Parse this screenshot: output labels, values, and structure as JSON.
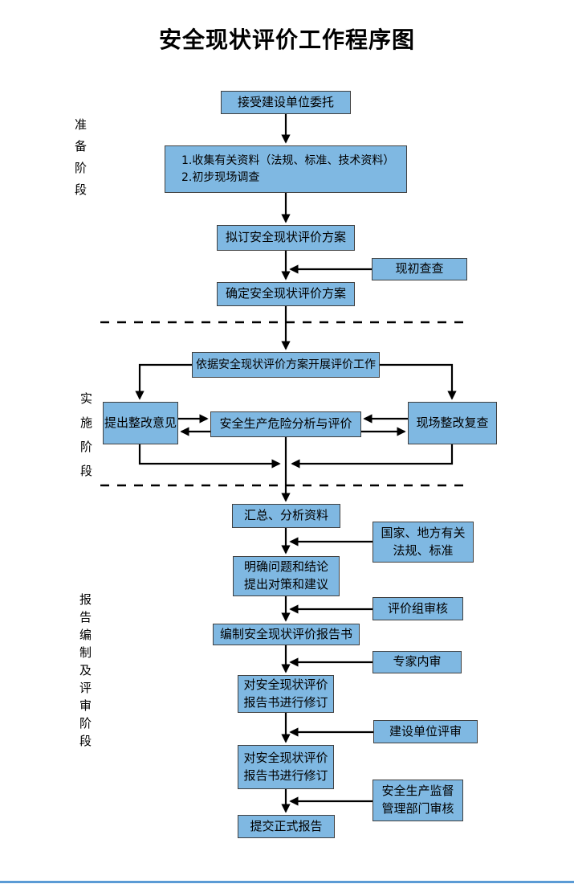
{
  "title": "安全现状评价工作程序图",
  "stage_labels": {
    "preparation": "准备阶段",
    "implementation": "实施阶段",
    "reporting": "报告编制及评审阶段"
  },
  "nodes": {
    "accept_commission": "接受建设单位委托",
    "collect_info_line1": "1.收集有关资料（法规、标准、技术资料）",
    "collect_info_line2": "2.初步现场调查",
    "draft_plan": "拟订安全现状评价方案",
    "initial_site_check": "现初查查",
    "confirm_plan": "确定安全现状评价方案",
    "carry_out_evaluation": "依据安全现状评价方案开展评价工作",
    "propose_rectification": "提出整改意见",
    "hazard_analysis": "安全生产危险分析与评价",
    "site_rectification_recheck": "现场整改复查",
    "summarize_data": "汇总、分析资料",
    "laws_line1": "国家、地方有关",
    "laws_line2": "法规、标准",
    "clarify_line1": "明确问题和结论",
    "clarify_line2": "提出对策和建议",
    "eval_group_review": "评价组审核",
    "compile_report": "编制安全现状评价报告书",
    "expert_internal_review": "专家内审",
    "revise1_line1": "对安全现状评价",
    "revise1_line2": "报告书进行修订",
    "client_review": "建设单位评审",
    "revise2_line1": "对安全现状评价",
    "revise2_line2": "报告书进行修订",
    "supervision_review_line1": "安全生产监督",
    "supervision_review_line2": "管理部门审核",
    "submit_report": "提交正式报告"
  },
  "colors": {
    "node_fill": "#7FB8E2",
    "node_border": "#404040",
    "connector": "#000000",
    "bottom_bar": "#5B9BD5"
  }
}
